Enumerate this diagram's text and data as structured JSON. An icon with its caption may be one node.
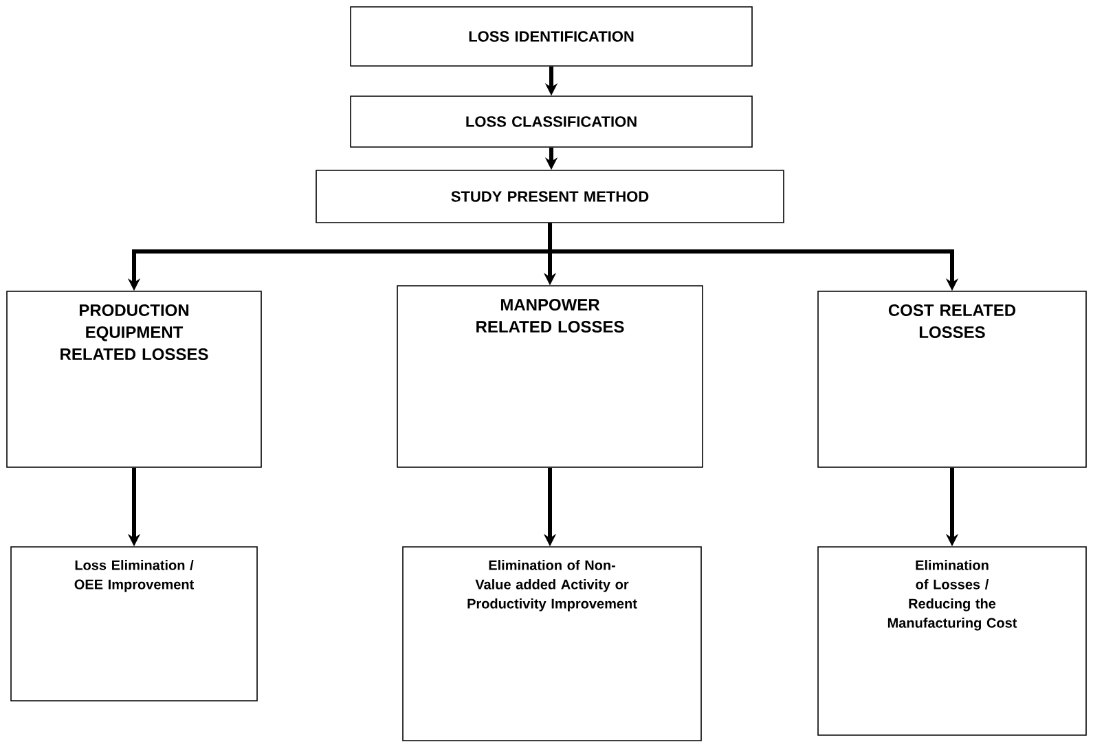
{
  "diagram": {
    "nodes": [
      {
        "text": [
          "LOSS IDENTIFICATION"
        ]
      },
      {
        "text": [
          "LOSS CLASSIFICATION"
        ]
      },
      {
        "text": [
          "STUDY PRESENT METHOD"
        ]
      },
      {
        "text": [
          "PRODUCTION EQUIPMENT RELATED LOSSES"
        ]
      },
      {
        "text": [
          "MANPOWER RELATED LOSSES"
        ]
      },
      {
        "text": [
          "COST RELATED LOSSES"
        ]
      },
      {
        "text": [
          "Loss Elimination / OEE Improvement"
        ]
      },
      {
        "text": [
          "Elimination of Non-Value added Activity or Productivity Improvement"
        ]
      },
      {
        "text": [
          "Elimination of Losses / Reducing the Manufacturing Cost"
        ]
      }
    ],
    "edges": [
      {
        "from": 0,
        "to": 1,
        "arrow": "to"
      },
      {
        "from": 1,
        "to": 2,
        "arrow": "to"
      },
      {
        "from": 2,
        "to": 3,
        "arrow": "to"
      },
      {
        "from": 2,
        "to": 4,
        "arrow": "to"
      },
      {
        "from": 2,
        "to": 5,
        "arrow": "to"
      },
      {
        "from": 3,
        "to": 6,
        "arrow": "to"
      },
      {
        "from": 4,
        "to": 7,
        "arrow": "to"
      },
      {
        "from": 5,
        "to": 8,
        "arrow": "to"
      }
    ]
  }
}
